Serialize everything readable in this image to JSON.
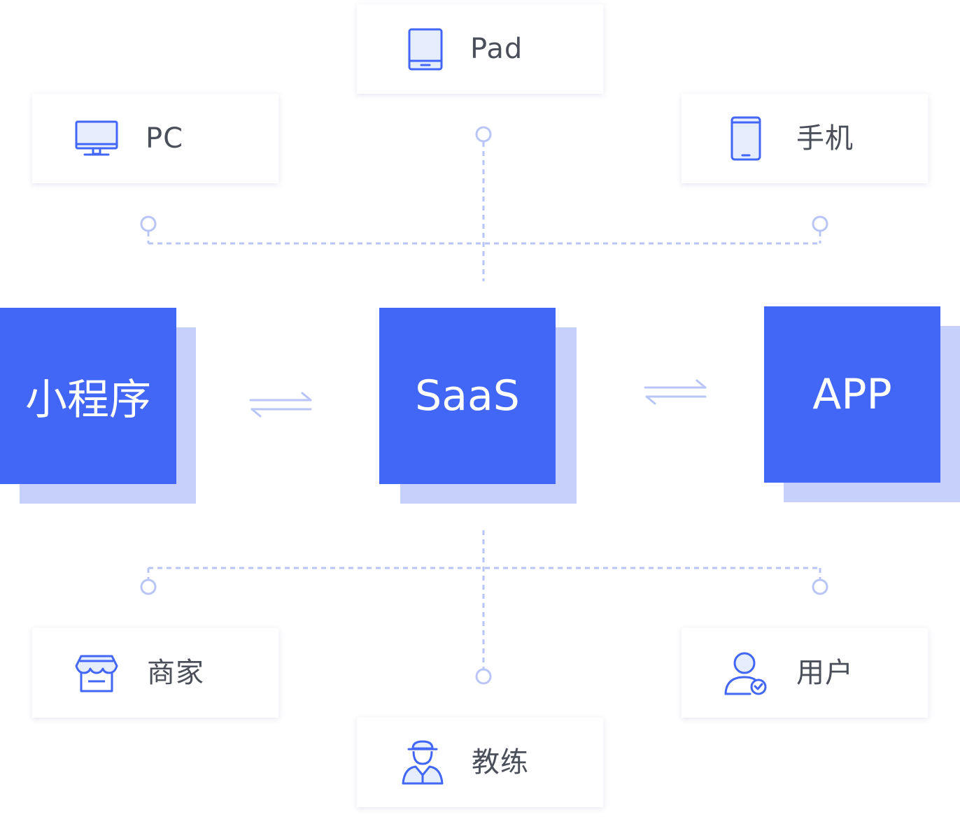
{
  "devices": {
    "pc": {
      "label": "PC",
      "icon": "monitor-icon"
    },
    "pad": {
      "label": "Pad",
      "icon": "tablet-icon"
    },
    "phone": {
      "label": "手机",
      "icon": "mobile-phone-icon"
    }
  },
  "platforms": {
    "mini_program": {
      "label": "小程序"
    },
    "saas": {
      "label": "SaaS"
    },
    "app": {
      "label": "APP"
    }
  },
  "roles": {
    "merchant": {
      "label": "商家",
      "icon": "store-icon"
    },
    "coach": {
      "label": "教练",
      "icon": "coach-icon"
    },
    "user": {
      "label": "用户",
      "icon": "user-verified-icon"
    }
  },
  "exchange_icon": "exchange-arrows-icon",
  "colors": {
    "accent": "#4266f6",
    "accent_shadow": "#c6d0fb",
    "connector": "#b9c5f7",
    "text": "#4b4f59"
  }
}
